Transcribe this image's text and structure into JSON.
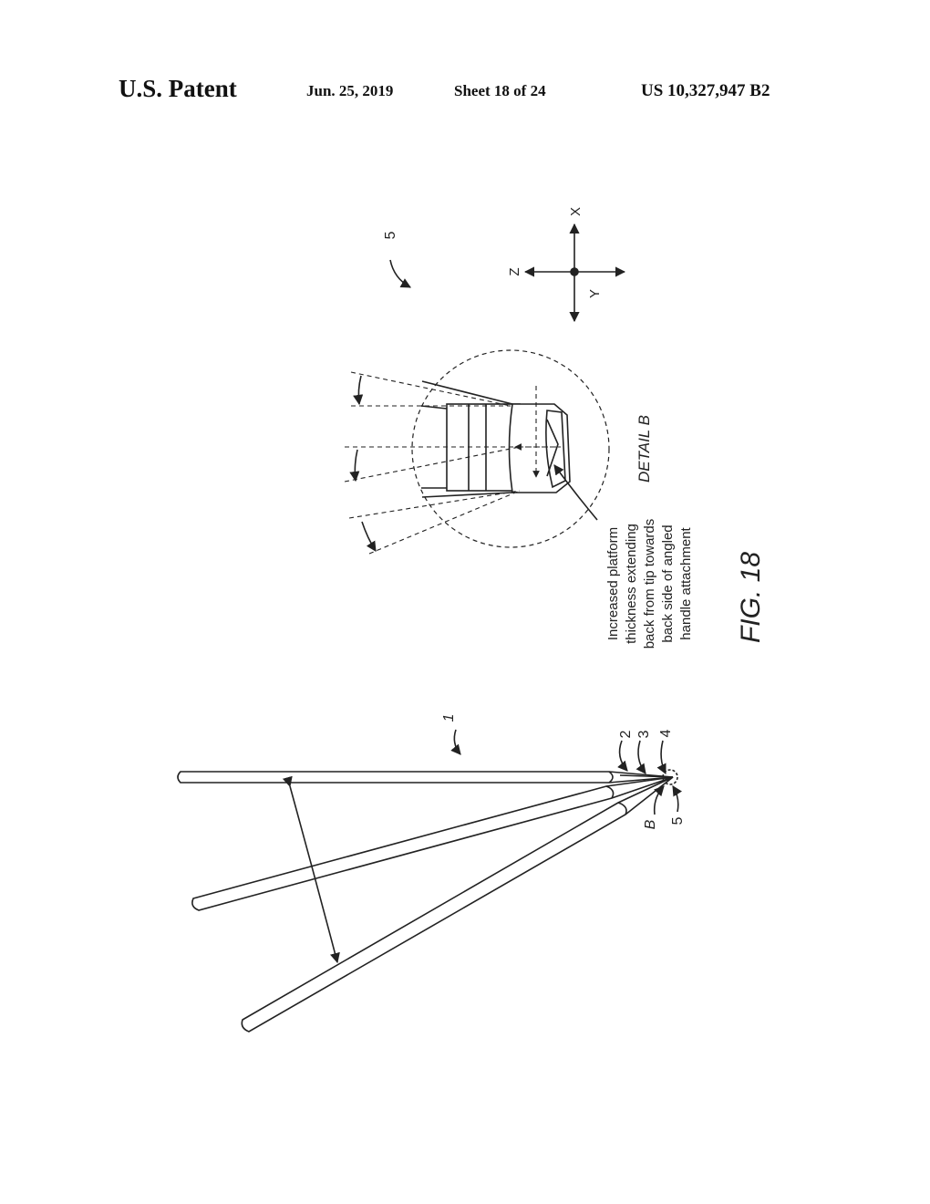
{
  "header": {
    "brand": "U.S. Patent",
    "date": "Jun. 25, 2019",
    "sheet": "Sheet 18 of 24",
    "patent_number": "US 10,327,947 B2"
  },
  "figure": {
    "title": "FIG. 18",
    "detail_label": "DETAIL B",
    "annotation_lines": [
      "Increased platform",
      "thickness extending",
      "back from tip towards",
      "back side of angled",
      "handle attachment"
    ],
    "ref_numerals": {
      "tool": "1",
      "r2": "2",
      "r3": "3",
      "r4": "4",
      "r5_tip": "5",
      "detail_ref": "B",
      "r5_detail": "5"
    },
    "axes": {
      "x": "X",
      "y": "Y",
      "z": "Z"
    }
  }
}
